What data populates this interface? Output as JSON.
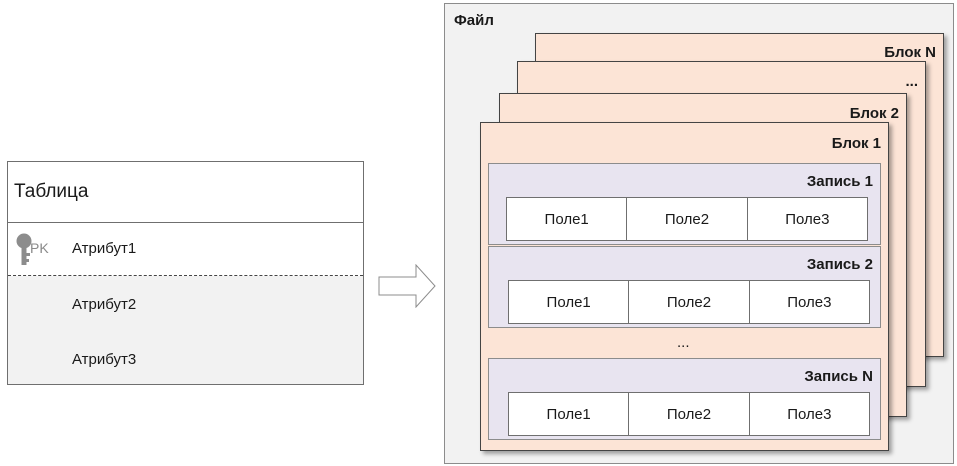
{
  "table": {
    "title": "Таблица",
    "pk_label": "PK",
    "attributes": [
      "Атрибут1",
      "Атрибут2",
      "Атрибут3"
    ]
  },
  "file": {
    "title": "Файл",
    "blocks": [
      "Блок N",
      "...",
      "Блок 2",
      "Блок 1"
    ],
    "records": [
      {
        "label": "Запись 1",
        "fields": [
          "Поле1",
          "Поле2",
          "Поле3"
        ]
      },
      {
        "label": "Запись 2",
        "fields": [
          "Поле1",
          "Поле2",
          "Поле3"
        ]
      },
      {
        "label": "Запись N",
        "fields": [
          "Поле1",
          "Поле2",
          "Поле3"
        ]
      }
    ],
    "record_ellipsis": "..."
  },
  "colors": {
    "block_fill": "#fce4d6",
    "record_fill": "#e8e4f0",
    "file_fill": "#f2f2f2"
  }
}
